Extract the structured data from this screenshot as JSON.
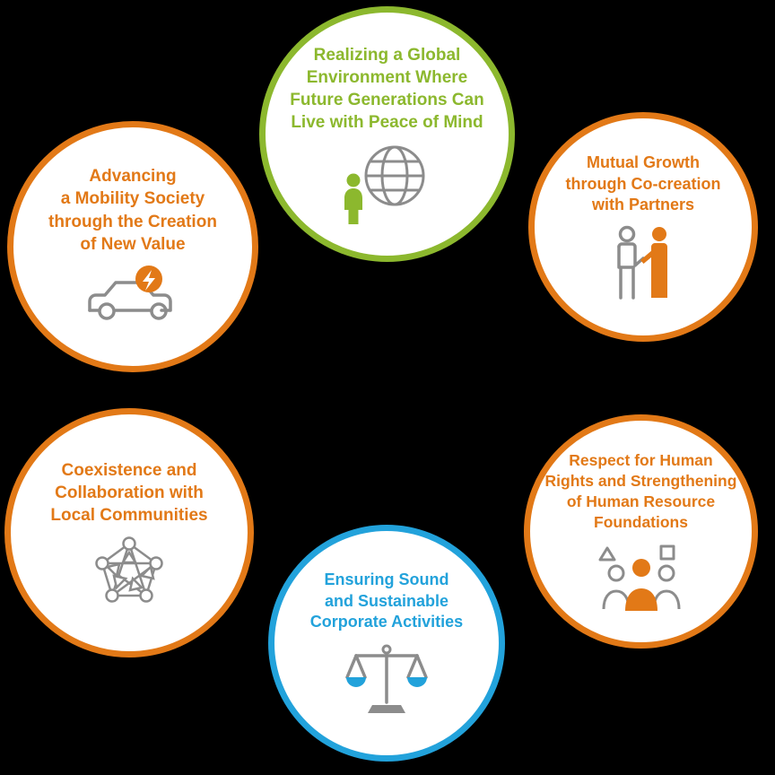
{
  "diagram_title": "Corporate sustainability value circles",
  "background_color": "#000000",
  "colors": {
    "orange": "#E27917",
    "green": "#8CB82E",
    "blue": "#22A2DB",
    "icon_gray": "#8C8C8C",
    "circle_fill": "#FFFFFF"
  },
  "circles": [
    {
      "id": "global-environment",
      "label": "Realizing a Global\nEnvironment Where\nFuture Generations Can\nLive with Peace of Mind",
      "theme": "green",
      "icon": "person-globe-icon"
    },
    {
      "id": "mobility-society",
      "label": "Advancing\na Mobility Society\nthrough the Creation\nof New Value",
      "theme": "orange",
      "icon": "electric-car-icon"
    },
    {
      "id": "mutual-growth",
      "label": "Mutual Growth\nthrough Co-creation\nwith Partners",
      "theme": "orange",
      "icon": "handshake-partners-icon"
    },
    {
      "id": "local-communities",
      "label": "Coexistence and\nCollaboration with\nLocal Communities",
      "theme": "orange",
      "icon": "community-network-icon"
    },
    {
      "id": "sound-corporate",
      "label": "Ensuring Sound\nand Sustainable\nCorporate Activities",
      "theme": "blue",
      "icon": "balance-scales-icon"
    },
    {
      "id": "human-rights",
      "label": "Respect for Human\nRights and Strengthening\nof Human Resource\nFoundations",
      "theme": "orange",
      "icon": "people-diversity-icon"
    }
  ]
}
